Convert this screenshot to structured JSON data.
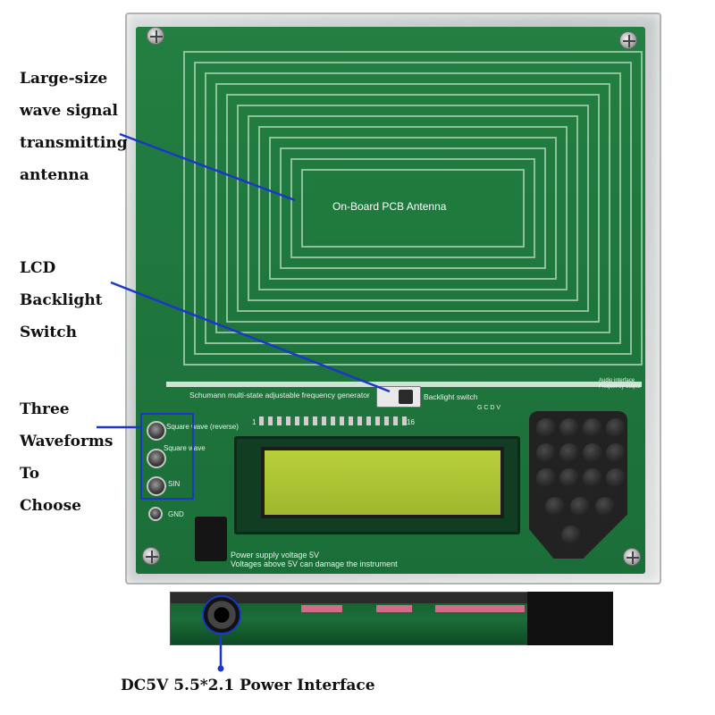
{
  "callouts": {
    "antenna": [
      "Large-size",
      "wave signal",
      "transmitting",
      "antenna"
    ],
    "backlight": [
      "LCD",
      "Backlight",
      "Switch"
    ],
    "waveforms": [
      "Three",
      "Waveforms",
      "To",
      "Choose"
    ]
  },
  "bottom_caption": "DC5V 5.5*2.1 Power Interface",
  "board": {
    "antenna_label": "On-Board PCB Antenna",
    "title_silk": "Schumann multi-state adjustable frequency generator",
    "backlight_switch_label": "Backlight switch",
    "output_labels": [
      "Square wave (reverse)",
      "Square wave",
      "SIN",
      "GND"
    ],
    "power_notice_1": "Power supply voltage 5V",
    "power_notice_2": "Voltages above 5V can damage the instrument",
    "lcd_pin_start": "1",
    "lcd_pin_end": "16",
    "keypad_letters": "G C D V",
    "audio_label": "Audio interface",
    "freq_label": "Frequency output"
  },
  "colors": {
    "pcb_green": "#1f7a3d",
    "callout_line": "#1a37c9",
    "lcd_green": "#b9cf3c"
  }
}
